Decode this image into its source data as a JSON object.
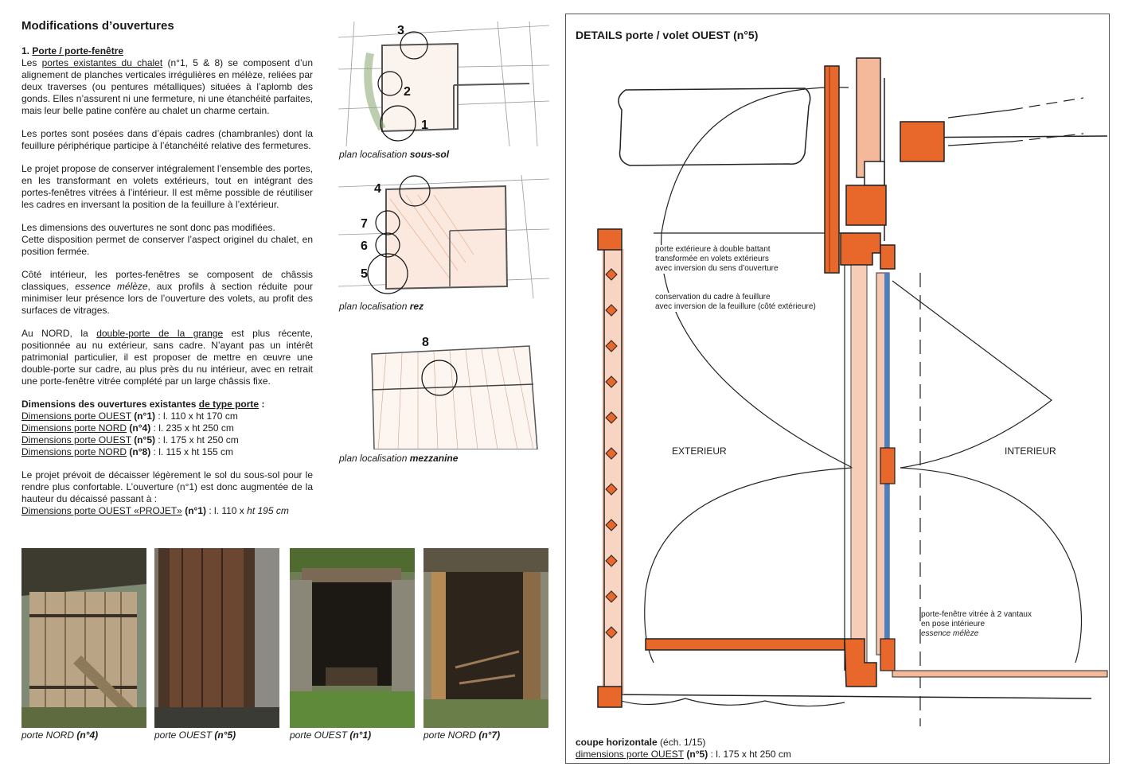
{
  "header": {
    "title": "Modifications d’ouvertures"
  },
  "section": {
    "heading_num": "1.",
    "heading_label": "Porte / porte-fenêtre",
    "p1_pre": "Les ",
    "p1_link": "portes existantes du chalet",
    "p1_post": " (n°1, 5 & 8) se composent d’un alignement de planches verticales irrégulières en mélèze, reliées par deux traverses (ou pentures métalliques) situées à l’aplomb des gonds. Elles n’assurent ni une fermeture, ni une étanchéité parfaites, mais leur belle patine confère au chalet un charme certain.",
    "p2": "Les portes sont posées dans d’épais cadres (chambranles) dont la feuillure périphérique participe à l’étanchéité relative des fermetures.",
    "p3": "Le projet propose de conserver intégralement l’ensemble des portes, en les transformant en volets extérieurs, tout en intégrant des portes-fenêtres vitrées à l’intérieur. Il est même possible de réutiliser les cadres en inversant la position de la feuillure à l’extérieur.",
    "p4a": "Les dimensions des ouvertures ne sont donc pas modifiées.",
    "p4b": "Cette disposition permet de conserver l’aspect originel du chalet, en position fermée.",
    "p5_pre": "Côté intérieur, les portes-fenêtres se composent de châssis classiques, ",
    "p5_em": "essence mélèze",
    "p5_post": ", aux profils à section réduite pour minimiser leur présence lors de l’ouverture des volets, au profit des surfaces de vitrages.",
    "p6_pre": "Au NORD, la ",
    "p6_link": "double-porte de la grange",
    "p6_post": " est plus récente, positionnée au nu extérieur, sans cadre. N’ayant pas un intérêt patrimonial particulier, il est proposer de mettre en œuvre une double-porte sur cadre, au plus près du nu intérieur, avec en retrait une porte-fenêtre vitrée complété par un large châssis fixe.",
    "dims_title_pre": "Dimensions des ouvertures existantes ",
    "dims_title_link": "de type porte",
    "dims_title_post": " :",
    "dims": [
      {
        "label": "Dimensions porte OUEST",
        "num": "(n°1)",
        "value": " : l. 110 x ht 170 cm"
      },
      {
        "label": "Dimensions porte NORD",
        "num": "(n°4)",
        "value": " : l. 235 x ht 250 cm"
      },
      {
        "label": "Dimensions porte OUEST",
        "num": "(n°5)",
        "value": " : l. 175 x ht 250 cm"
      },
      {
        "label": "Dimensions porte NORD",
        "num": "(n°8)",
        "value": " : l. 115 x ht 155 cm"
      }
    ],
    "p7": "Le projet prévoit de décaisser légèrement le sol du sous-sol pour le rendre plus confortable. L’ouverture (n°1) est donc augmentée de la hauteur du décaissé passant à :",
    "proj_label": "Dimensions porte OUEST «PROJET»",
    "proj_num": "(n°1)",
    "proj_value_pre": " : l. 110 x ",
    "proj_value_em": "ht 195 cm"
  },
  "plans": [
    {
      "caption_pre": "plan localisation ",
      "caption_bold": "sous-sol",
      "markers": [
        "3",
        "2",
        "1"
      ]
    },
    {
      "caption_pre": "plan localisation ",
      "caption_bold": "rez",
      "markers": [
        "4",
        "7",
        "6",
        "5"
      ]
    },
    {
      "caption_pre": "plan localisation ",
      "caption_bold": "mezzanine",
      "markers": [
        "8"
      ]
    }
  ],
  "photos": [
    {
      "caption_pre": "porte NORD ",
      "caption_bold": "(n°4)"
    },
    {
      "caption_pre": "porte OUEST ",
      "caption_bold": "(n°5)"
    },
    {
      "caption_pre": "porte OUEST ",
      "caption_bold": "(n°1)"
    },
    {
      "caption_pre": "porte NORD ",
      "caption_bold": "(n°7)"
    }
  ],
  "detail": {
    "title": "DETAILS porte / volet OUEST (n°5)",
    "note1": [
      "porte extérieure à double battant",
      "transformée en volets extérieurs",
      "avec inversion du sens d’ouverture"
    ],
    "note2": [
      "conservation du cadre à feuillure",
      "avec inversion de la feuillure (côté extérieure)"
    ],
    "note3_lines": [
      "porte-fenêtre vitrée à 2 vantaux",
      "en pose intérieure"
    ],
    "note3_em": "essence mélèze",
    "label_ext": "EXTERIEUR",
    "label_int": "INTERIEUR",
    "foot_bold": "coupe horizontale",
    "foot_scale": " (éch. 1/15)",
    "foot_link": "dimensions porte OUEST",
    "foot_num": " (n°5)",
    "foot_value": " : l. 175 x ht 250 cm"
  },
  "colors": {
    "wood": "#e8672a",
    "wood_light": "#f4b89a",
    "glass": "#4a7fc1",
    "text": "#1a1a1a"
  }
}
